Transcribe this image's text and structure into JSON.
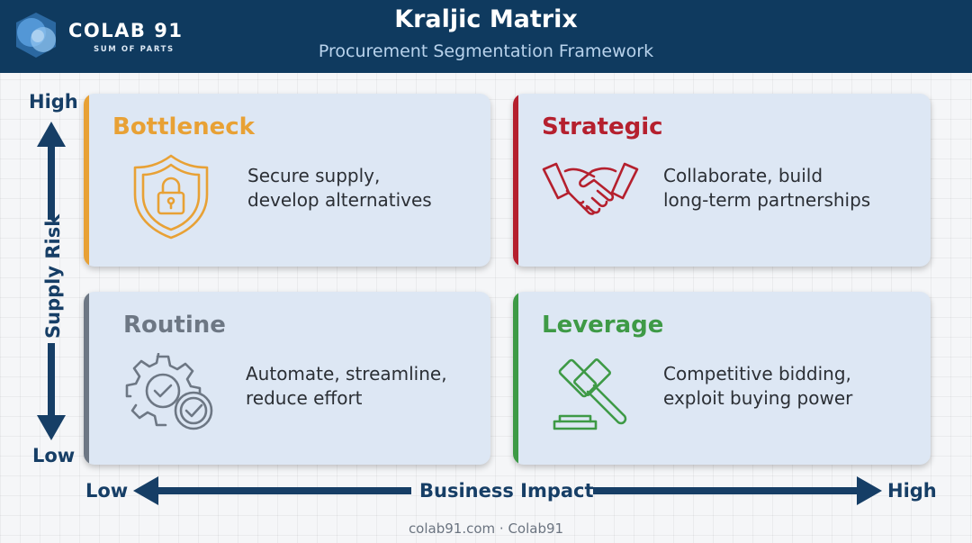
{
  "header": {
    "logo_name": "COLAB 91",
    "logo_tagline": "SUM OF PARTS",
    "title": "Kraljic Matrix",
    "subtitle": "Procurement Segmentation Framework"
  },
  "axes": {
    "y_label": "Supply Risk",
    "y_high": "High",
    "y_low": "Low",
    "x_label": "Business Impact",
    "x_low": "Low",
    "x_high": "High"
  },
  "quadrants": {
    "bottleneck": {
      "title": "Bottleneck",
      "lines": [
        "Secure supply,",
        "develop alternatives"
      ],
      "color": "#e8a135",
      "icon": "shield-lock-icon"
    },
    "strategic": {
      "title": "Strategic",
      "lines": [
        "Collaborate, build",
        "long-term partnerships"
      ],
      "color": "#b5202e",
      "icon": "handshake-icon"
    },
    "routine": {
      "title": "Routine",
      "lines": [
        "Automate, streamline,",
        "reduce effort"
      ],
      "color": "#6d7784",
      "icon": "gear-check-icon"
    },
    "leverage": {
      "title": "Leverage",
      "lines": [
        "Competitive bidding,",
        "exploit buying power"
      ],
      "color": "#3e9a46",
      "icon": "gavel-icon"
    }
  },
  "footer": {
    "text": "colab91.com · Colab91"
  },
  "colors": {
    "header_bg": "#0f3a5f",
    "axis": "#163e66",
    "card_bg": "#dde7f4"
  }
}
